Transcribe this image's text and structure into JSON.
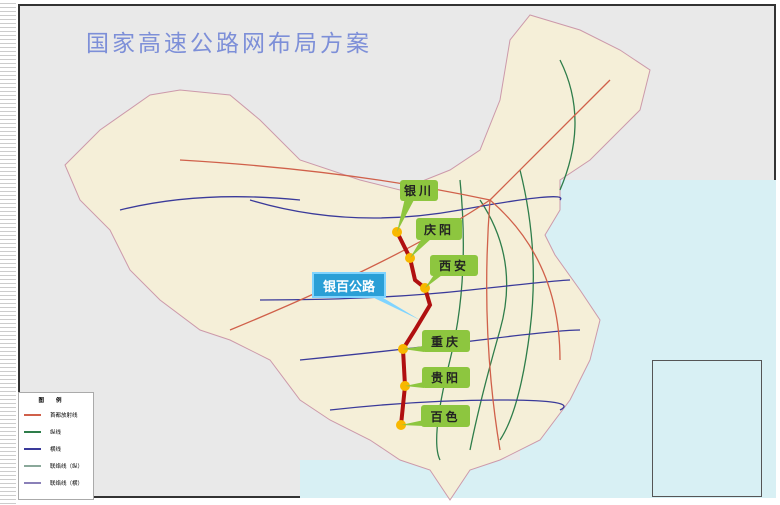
{
  "title": "国家高速公路网布局方案",
  "route_banner": "银百公路",
  "cities": [
    "银川",
    "庆阳",
    "西安",
    "重庆",
    "贵阳",
    "百色"
  ],
  "legend": {
    "title": "图例",
    "items": [
      {
        "label": "首都放射线",
        "color": "#d0604a"
      },
      {
        "label": "纵线",
        "color": "#2e7d4a"
      },
      {
        "label": "横线",
        "color": "#3a3a9a"
      },
      {
        "label": "联络线（纵）",
        "color": "#8aa89a"
      },
      {
        "label": "联络线（横）",
        "color": "#8a80b8"
      }
    ]
  },
  "colors": {
    "route": "#b01010",
    "land": "#f5efd8",
    "sea": "#d8f0f4",
    "city_marker": "#f8b800",
    "callout": "#8dc63f"
  }
}
